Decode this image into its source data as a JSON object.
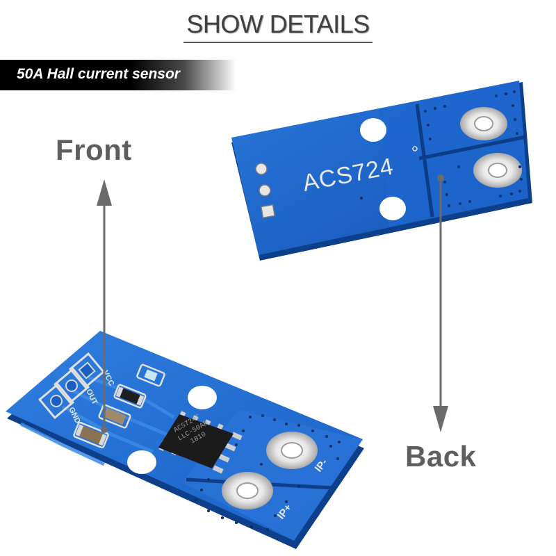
{
  "header": {
    "title": "SHOW DETAILS",
    "banner": "50A Hall current sensor"
  },
  "labels": {
    "front": "Front",
    "back": "Back"
  },
  "back_board": {
    "chip_marking": "ACS724"
  },
  "front_board": {
    "pin_labels": [
      "VCC",
      "OUT",
      "GND"
    ],
    "terminal_minus": "IP-",
    "terminal_plus": "IP+",
    "chip_lines": [
      "ACS724T",
      "LLC-50AB",
      "1810"
    ]
  },
  "colors": {
    "pcb": "#1a5fc4",
    "pcb_light": "#3d8be8",
    "arrow": "#6b6b6b",
    "title": "#404040"
  }
}
